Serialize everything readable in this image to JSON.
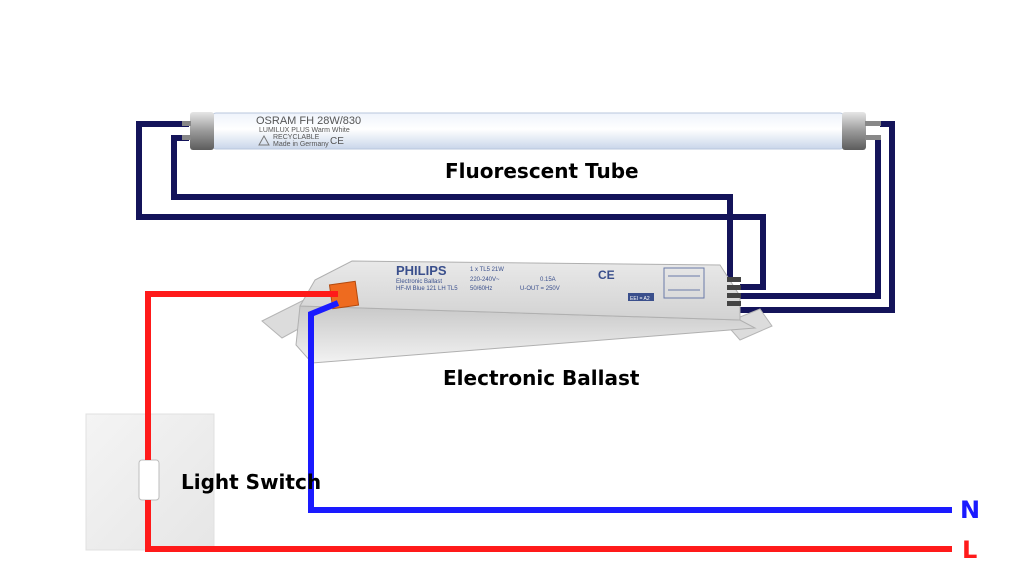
{
  "labels": {
    "tube": "Fluorescent Tube",
    "ballast": "Electronic Ballast",
    "switch": "Light Switch",
    "neutral": "N",
    "live": "L"
  },
  "tube_print": {
    "line1": "OSRAM FH 28W/830",
    "line2": "LUMILUX PLUS Warm White",
    "line3": "RECYCLABLE",
    "line4": "Made in Germany",
    "mark": "CE"
  },
  "ballast_print": {
    "brand": "PHILIPS",
    "line1": "Electronic Ballast",
    "line2": "HF-M Blue 121 LH TL5",
    "line3": "1 x TL5 21W",
    "line4": "220-240V~",
    "line5": "50/60Hz",
    "line6": "U-OUT = 250V",
    "line7": "0.15A",
    "mark": "CE",
    "eei": "EEI = A2"
  },
  "colors": {
    "live_wire": "#ff1a1a",
    "neutral_wire": "#1a1aff",
    "tube_wire": "#14145a",
    "neutral_label": "#1a1aff",
    "live_label": "#ff1a1a"
  }
}
